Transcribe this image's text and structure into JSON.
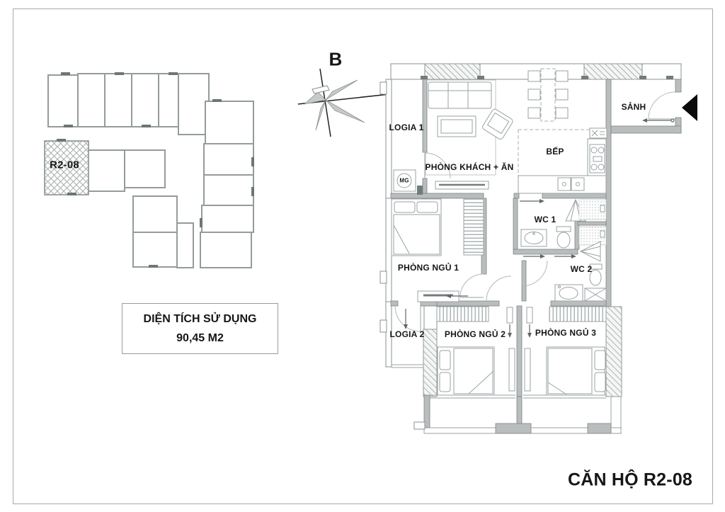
{
  "title": "CĂN HỘ R2-08",
  "compass": {
    "label": "B"
  },
  "key_plan": {
    "unit_label": "R2-08"
  },
  "area_box": {
    "heading": "DIỆN TÍCH SỬ DỤNG",
    "value": "90,45 M2"
  },
  "rooms": {
    "logia1": "LOGIA 1",
    "living_dining": "PHÒNG KHÁCH + ĂN",
    "kitchen": "BẾP",
    "hall": "SẢNH",
    "utility": "MG",
    "wc1": "WC 1",
    "wc2": "WC 2",
    "bedroom1": "PHÒNG NGỦ 1",
    "logia2": "LOGIA 2",
    "bedroom2": "PHÒNG NGỦ 2",
    "bedroom3": "PHÒNG NGỦ 3"
  },
  "colors": {
    "wall_fill": "#b9bdbd",
    "wall_stroke": "#7e8585",
    "furniture_line": "#9aa1a1",
    "text": "#161616",
    "entrance_arrow": "#0a0a0a"
  }
}
